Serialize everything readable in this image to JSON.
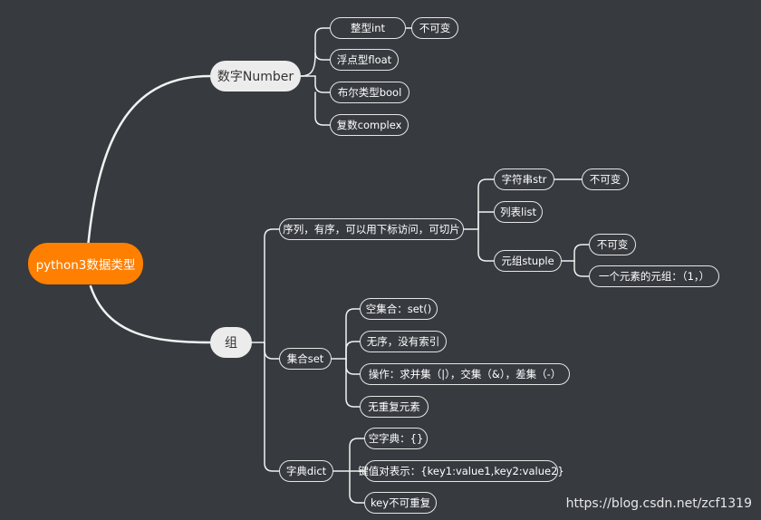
{
  "root": "python3数据类型",
  "number": {
    "label": "数字Number",
    "items": [
      "整型int",
      "浮点型float",
      "布尔类型bool",
      "复数complex"
    ],
    "int_note": "不可变"
  },
  "group": {
    "label": "组",
    "sequence": {
      "label": "序列，有序，可以用下标访问，可切片",
      "str": "字符串str",
      "str_note": "不可变",
      "list": "列表list",
      "tuple": "元组stuple",
      "tuple_notes": [
        "不可变",
        "一个元素的元组：（1，）"
      ]
    },
    "set": {
      "label": "集合set",
      "items": [
        "空集合：set()",
        "无序，没有索引",
        "操作：求并集（|），交集（&），差集（-）",
        "无重复元素"
      ]
    },
    "dict": {
      "label": "字典dict",
      "items": [
        "空字典：{}",
        "键值对表示：{key1:value1,key2:value2}",
        "key不可重复"
      ]
    }
  },
  "watermark": "https://blog.csdn.net/zcf1319",
  "colors": {
    "background": "#373a3f",
    "root": "#ff7f00",
    "subtopic": "#ececec",
    "line": "#f0f0f0"
  }
}
